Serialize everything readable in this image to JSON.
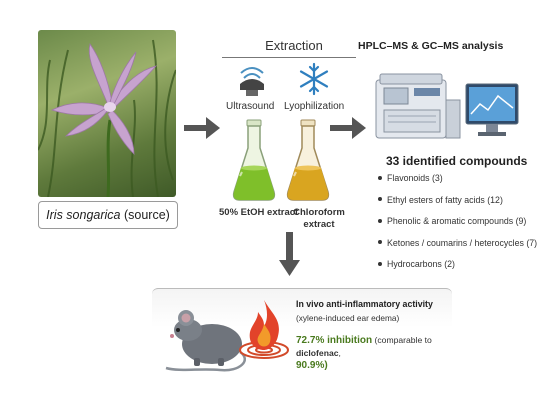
{
  "source": {
    "species": "Iris songarica",
    "label_suffix": "(source)"
  },
  "extraction": {
    "title": "Extraction",
    "methods": [
      {
        "label": "Ultrasound",
        "icon": "ultrasound-probe-icon"
      },
      {
        "label": "Lyophilization",
        "icon": "snowflake-icon"
      }
    ],
    "extracts": [
      {
        "label": "50% EtOH extract",
        "color": "#7fbf2a"
      },
      {
        "label_line1": "Chloroform",
        "label_line2": "extract",
        "color": "#d9a520"
      }
    ]
  },
  "analysis": {
    "title": "HPLC–MS & GC–MS analysis",
    "icon": "lab-instrument-icon"
  },
  "compounds": {
    "title": "33 identified compounds",
    "items": [
      "Flavonoids (3)",
      "Ethyl esters of fatty acids (12)",
      "Phenolic & aromatic compounds (9)",
      "Ketones / coumarins / heterocycles (7)",
      "Hydrocarbons (2)"
    ]
  },
  "in_vivo": {
    "title": "In vivo anti-inflammatory activity",
    "subtitle": "(xylene-induced ear edema)",
    "result_value": "72.7% inhibition",
    "result_text": " (comparable to ",
    "reference_drug": "diclofenac",
    "reference_value": "90.9%)",
    "icons": [
      "mouse-icon",
      "inflammation-flame-icon"
    ]
  },
  "colors": {
    "arrow": "#555555",
    "green_accent": "#4a7a1e"
  }
}
